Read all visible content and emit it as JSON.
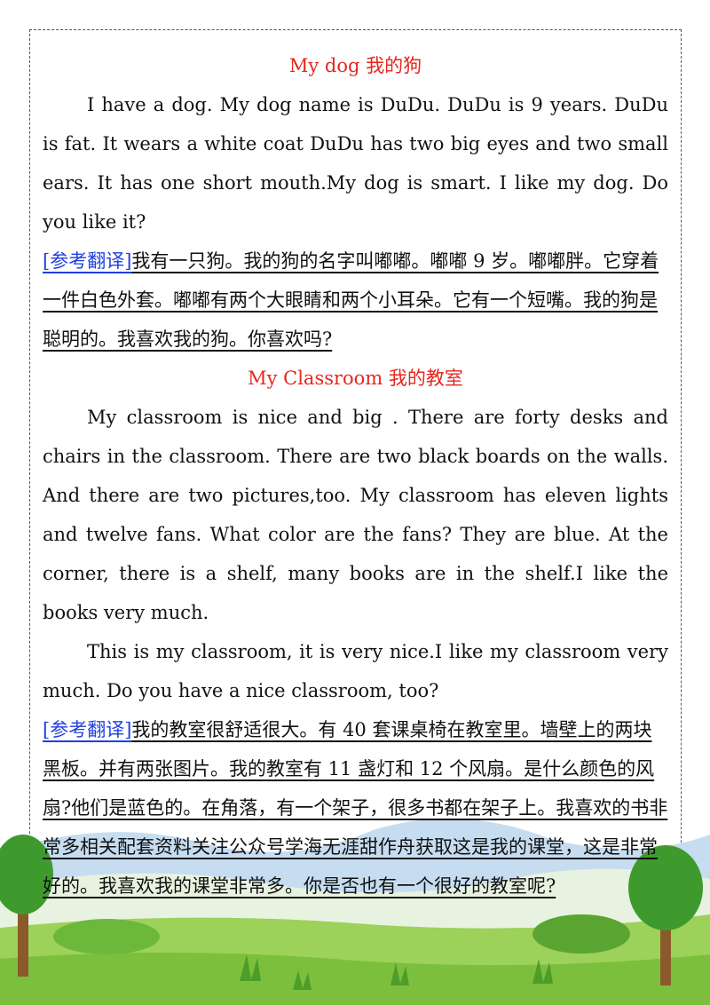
{
  "section1": {
    "title": "My dog 我的狗",
    "paragraph": "I have a dog. My dog name is DuDu. DuDu is 9 years. DuDu is fat. It wears a white coat DuDu has two big eyes and two small ears. It has one short mouth.My dog is smart. I like my dog. Do you like it?",
    "translation_label": "[参考翻译]",
    "translation": "我有一只狗。我的狗的名字叫嘟嘟。嘟嘟 9 岁。嘟嘟胖。它穿着一件白色外套。嘟嘟有两个大眼睛和两个小耳朵。它有一个短嘴。我的狗是聪明的。我喜欢我的狗。你喜欢吗?"
  },
  "section2": {
    "title": "My Classroom 我的教室",
    "paragraph1": "My classroom is nice and big . There are forty desks and chairs in the classroom. There are two black boards on the walls. And there are two pictures,too. My classroom has eleven lights and twelve fans. What color are the fans? They are blue. At the corner, there is a shelf, many books are in the shelf.I like the books very much.",
    "paragraph2": "This is my classroom, it is very nice.I like my classroom very much. Do you have a nice classroom, too?",
    "translation_label": "[参考翻译]",
    "translation": "我的教室很舒适很大。有 40 套课桌椅在教室里。墙壁上的两块黑板。并有两张图片。我的教室有 11 盏灯和 12 个风扇。是什么颜色的风扇?他们是蓝色的。在角落，有一个架子，很多书都在架子上。我喜欢的书非常多相关配套资料关注公众号学海无涯甜作舟获取这是我的课堂，这是非常好的。我喜欢我的课堂非常多。你是否也有一个很好的教室呢?"
  },
  "colors": {
    "title": "#e6261f",
    "label": "#1f3fe0"
  }
}
